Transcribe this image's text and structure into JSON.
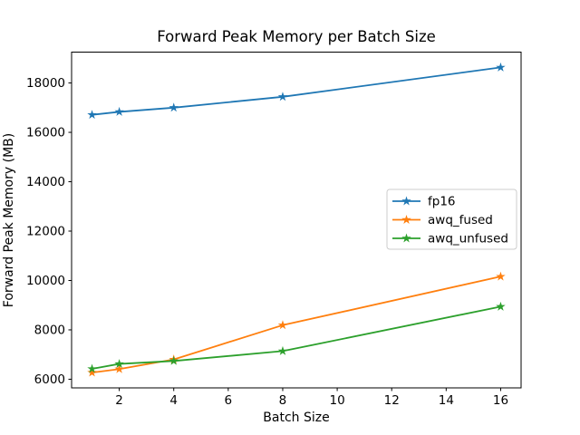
{
  "figure": {
    "title": "Forward Peak Memory per Batch Size",
    "xlabel": "Batch Size",
    "ylabel": "Forward Peak Memory (MB)"
  },
  "chart_data": {
    "type": "line",
    "title": "Forward Peak Memory per Batch Size",
    "xlabel": "Batch Size",
    "ylabel": "Forward Peak Memory (MB)",
    "x": [
      1,
      2,
      4,
      8,
      16
    ],
    "series": [
      {
        "name": "fp16",
        "color": "#1f77b4",
        "marker": "star",
        "values": [
          16710,
          16830,
          17000,
          17440,
          18630
        ]
      },
      {
        "name": "awq_fused",
        "color": "#ff7f0e",
        "marker": "star",
        "values": [
          6270,
          6410,
          6800,
          8190,
          10160
        ]
      },
      {
        "name": "awq_unfused",
        "color": "#2ca02c",
        "marker": "star",
        "values": [
          6420,
          6620,
          6740,
          7140,
          8940
        ]
      }
    ],
    "xticks": [
      2,
      4,
      6,
      8,
      10,
      12,
      14,
      16
    ],
    "yticks": [
      6000,
      8000,
      10000,
      12000,
      14000,
      16000,
      18000
    ],
    "xlim": [
      0.25,
      16.75
    ],
    "ylim": [
      5650,
      19250
    ],
    "grid": false,
    "legend_position": "center right",
    "legend_entries": [
      "fp16",
      "awq_fused",
      "awq_unfused"
    ],
    "colors": {
      "spine": "#000000",
      "legend_border": "#cccccc",
      "background": "#ffffff"
    }
  }
}
